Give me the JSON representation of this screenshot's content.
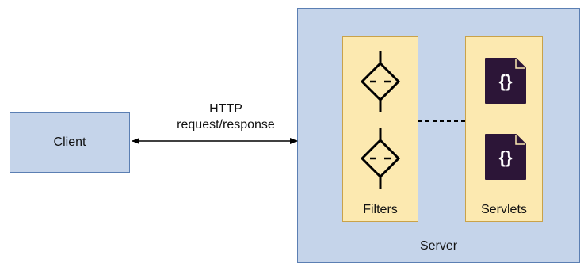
{
  "client": {
    "label": "Client"
  },
  "connection": {
    "line1": "HTTP",
    "line2": "request/response"
  },
  "server": {
    "label": "Server"
  },
  "filters": {
    "label": "Filters",
    "icon": "filter-diamond-icon"
  },
  "servlets": {
    "label": "Servlets",
    "icon": "code-file-icon",
    "glyph": "{}"
  },
  "colors": {
    "box_fill": "#c5d4ea",
    "box_border": "#5b7fb3",
    "column_fill": "#fce9b0",
    "column_border": "#c9a24a",
    "servlet_icon_bg": "#2c1537",
    "servlet_icon_fg": "#ffffff"
  }
}
